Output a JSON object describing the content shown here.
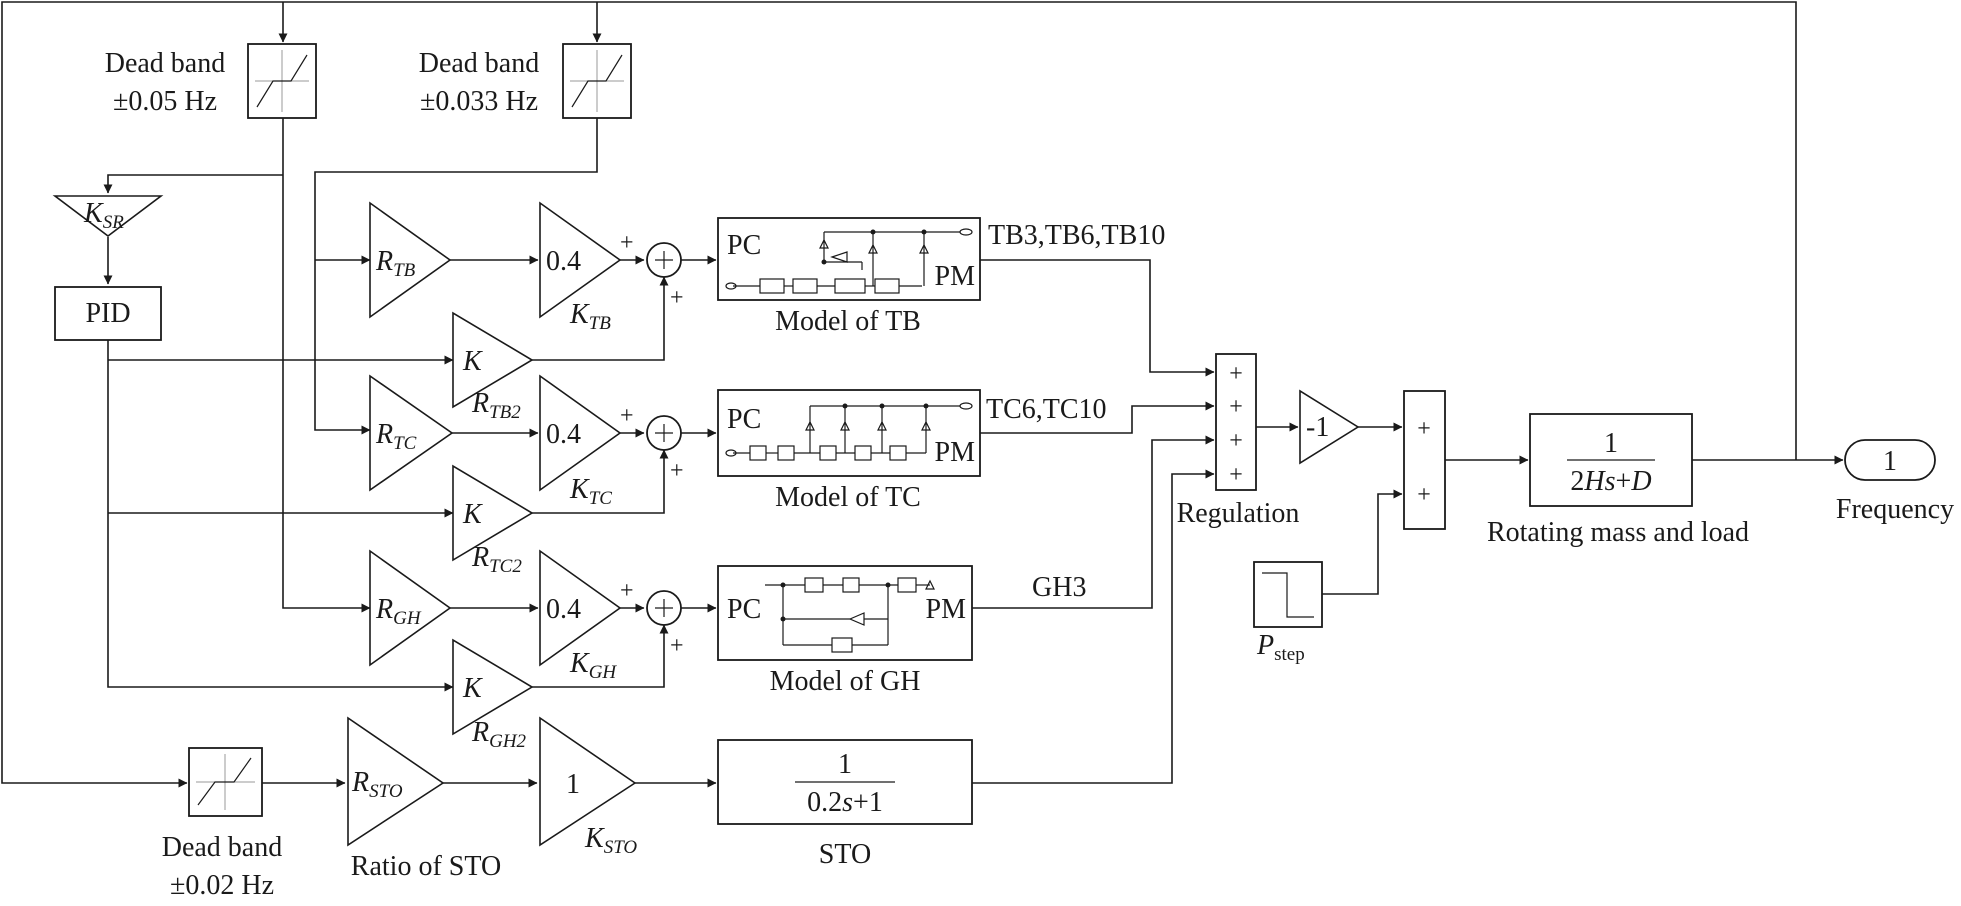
{
  "deadbands": {
    "db1": {
      "line1": "Dead band",
      "line2": "±0.05 Hz"
    },
    "db2": {
      "line1": "Dead band",
      "line2": "±0.033 Hz"
    },
    "db3": {
      "line1": "Dead band",
      "line2": "±0.02 Hz"
    }
  },
  "ksr": {
    "main": "K",
    "sub": "SR"
  },
  "pid_label": "PID",
  "tb": {
    "r_main": "R",
    "r_sub": "TB",
    "gain": "0.4",
    "k_main": "K",
    "k_sub": "TB",
    "k2": "K",
    "r2_main": "R",
    "r2_sub": "TB2",
    "pc": "PC",
    "pm": "PM",
    "model_label": "Model of TB",
    "output_label": "TB3,TB6,TB10"
  },
  "tc": {
    "r_main": "R",
    "r_sub": "TC",
    "gain": "0.4",
    "k_main": "K",
    "k_sub": "TC",
    "k2": "K",
    "r2_main": "R",
    "r2_sub": "TC2",
    "pc": "PC",
    "pm": "PM",
    "model_label": "Model of TC",
    "output_label": "TC6,TC10"
  },
  "gh": {
    "r_main": "R",
    "r_sub": "GH",
    "gain": "0.4",
    "k_main": "K",
    "k_sub": "GH",
    "k2": "K",
    "r2_main": "R",
    "r2_sub": "GH2",
    "pc": "PC",
    "pm": "PM",
    "model_label": "Model of GH",
    "output_label": "GH3"
  },
  "sto": {
    "r_main": "R",
    "r_sub": "STO",
    "ratio_label": "Ratio of STO",
    "gain": "1",
    "k_main": "K",
    "k_sub": "STO",
    "tf_num": "1",
    "tf_den_a": "0.2",
    "tf_den_s": "s",
    "tf_den_b": "+1",
    "label": "STO"
  },
  "plus": "+",
  "regulation": {
    "label": "Regulation",
    "gain": "-1"
  },
  "pstep": {
    "main": "P",
    "sub": "step"
  },
  "rotating": {
    "num": "1",
    "den_a": "2",
    "den_h": "Hs",
    "den_plus": "+",
    "den_d": "D",
    "label": "Rotating mass and load"
  },
  "frequency": {
    "port": "1",
    "label": "Frequency"
  }
}
